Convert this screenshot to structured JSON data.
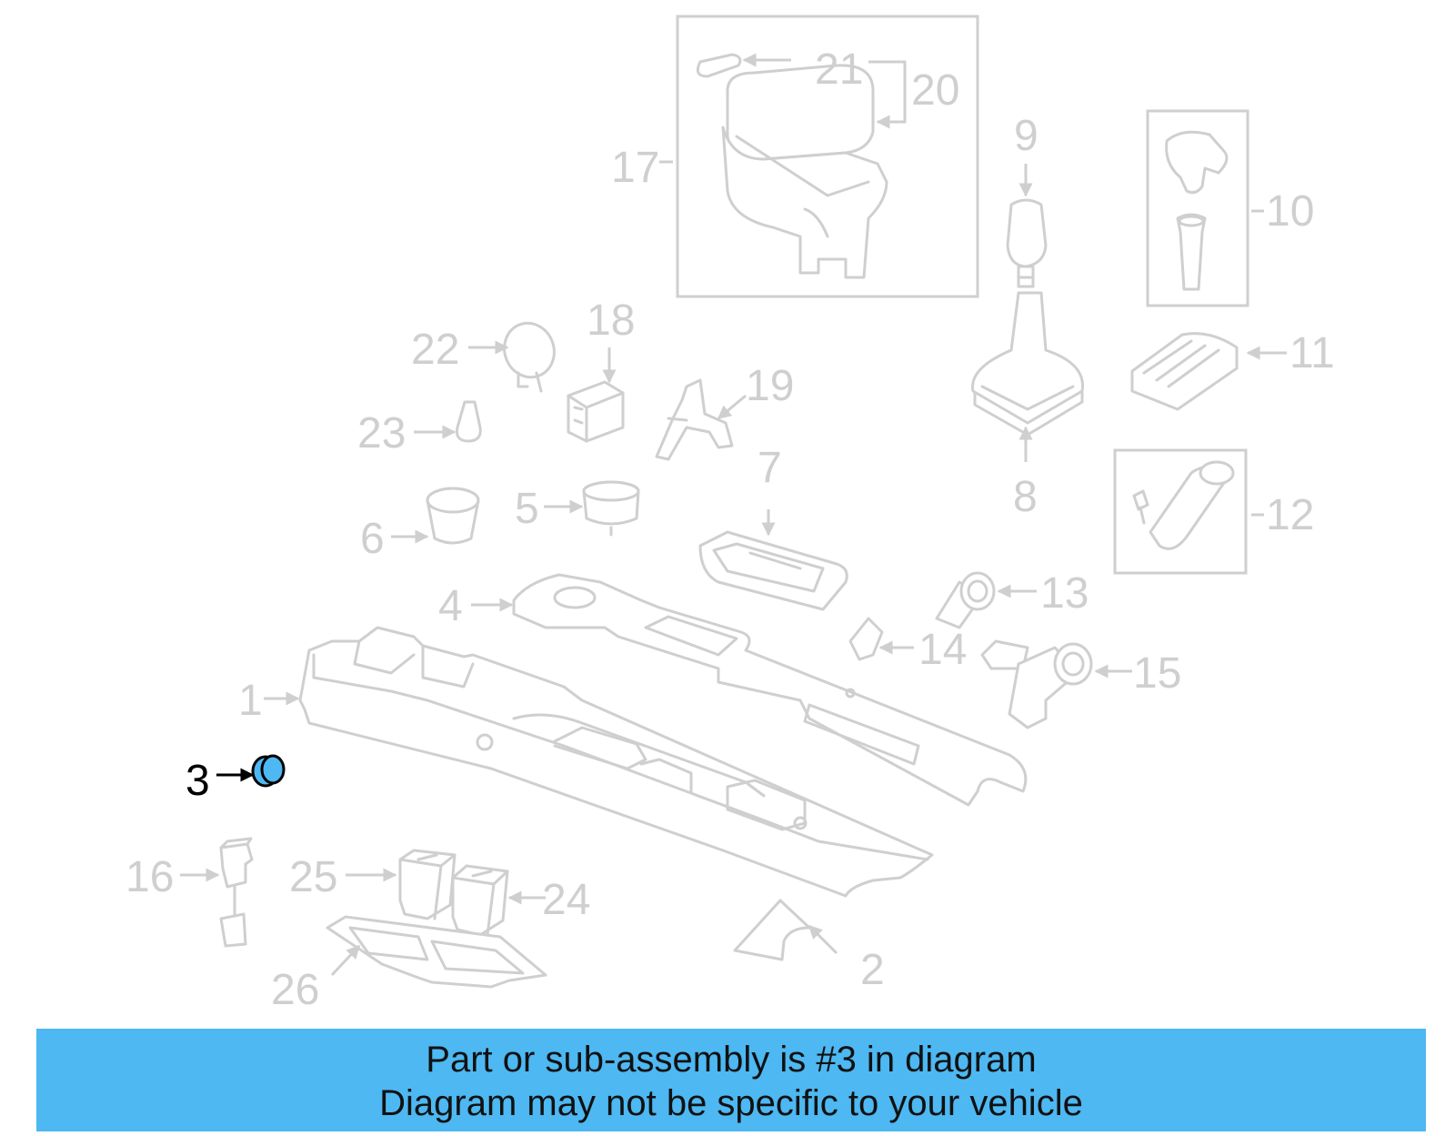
{
  "diagram": {
    "highlighted_part": "3",
    "highlight_color": "#4db8f2",
    "callouts": {
      "c1": "1",
      "c2": "2",
      "c3": "3",
      "c4": "4",
      "c5": "5",
      "c6": "6",
      "c7": "7",
      "c8": "8",
      "c9": "9",
      "c10": "10",
      "c11": "11",
      "c12": "12",
      "c13": "13",
      "c14": "14",
      "c15": "15",
      "c16": "16",
      "c17": "17",
      "c18": "18",
      "c19": "19",
      "c20": "20",
      "c21": "21",
      "c22": "22",
      "c23": "23",
      "c24": "24",
      "c25": "25",
      "c26": "26"
    }
  },
  "banner": {
    "line1": "Part or sub-assembly is #3 in diagram",
    "line2": "Diagram may not be specific to your vehicle",
    "background_color": "#4db8f2"
  }
}
